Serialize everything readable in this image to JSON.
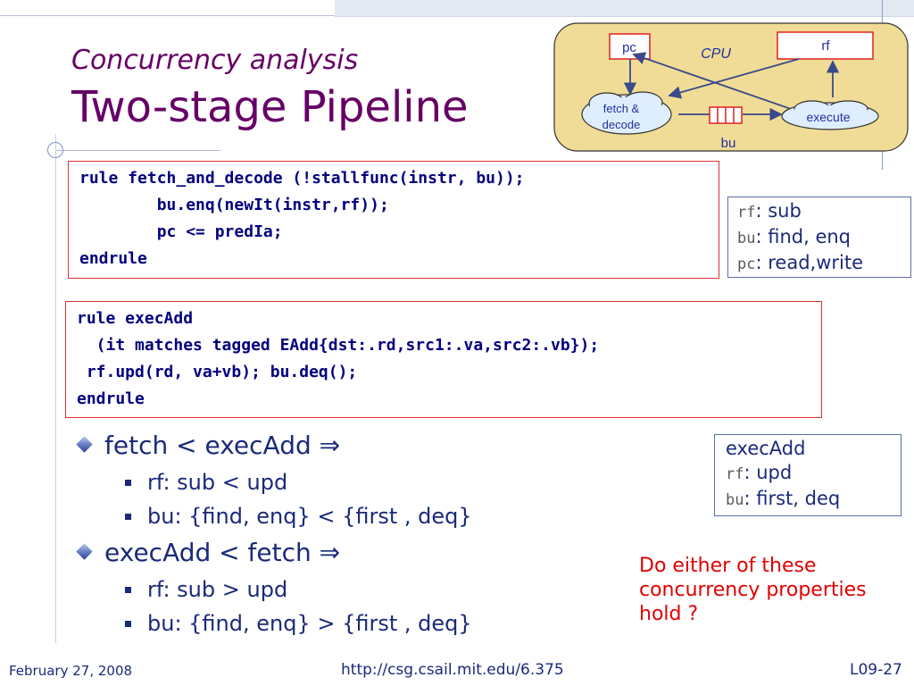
{
  "slide": {
    "subtitle": "Concurrency analysis",
    "title": "Two-stage Pipeline"
  },
  "diagram": {
    "pc": "pc",
    "rf": "rf",
    "cpu": "CPU",
    "fetch_l1": "fetch &",
    "fetch_l2": "decode",
    "execute": "execute",
    "bu": "bu"
  },
  "code1": {
    "lines": [
      "rule fetch_and_decode (!stallfunc(instr, bu));",
      "        bu.enq(newIt(instr,rf));",
      "        pc <= predIa;",
      "endrule"
    ]
  },
  "code2": {
    "lines": [
      "rule execAdd",
      "  (it matches tagged EAdd{dst:.rd,src1:.va,src2:.vb});",
      " rf.upd(rd, va+vb); bu.deq();",
      "endrule"
    ]
  },
  "methods_fetch": {
    "rows": [
      {
        "name": "rf",
        "ops": ": sub"
      },
      {
        "name": "bu",
        "ops": ": find, enq"
      },
      {
        "name": "pc",
        "ops": ": read,write"
      }
    ]
  },
  "methods_exec": {
    "title": "execAdd",
    "rows": [
      {
        "name": "rf",
        "ops": ": upd"
      },
      {
        "name": "bu",
        "ops": ": first, deq"
      }
    ]
  },
  "bullets": {
    "b1": "fetch < execAdd ⇒",
    "b1_sub1": "rf: sub < upd",
    "b1_sub2": "bu: {find, enq} < {first , deq}",
    "b2": "execAdd < fetch ⇒",
    "b2_sub1": "rf: sub > upd",
    "b2_sub2": "bu: {find, enq} > {first , deq}"
  },
  "question": "Do either of these concurrency properties hold ?",
  "footer": {
    "date": "February 27, 2008",
    "url": "http://csg.csail.mit.edu/6.375",
    "slide_number": "L09-27"
  },
  "colors": {
    "title": "#660066",
    "body_text": "#1a2a7a",
    "code_text": "#000080",
    "code_border": "#e03030",
    "question": "#e00000",
    "cpu_fill": "#f0dc96"
  }
}
